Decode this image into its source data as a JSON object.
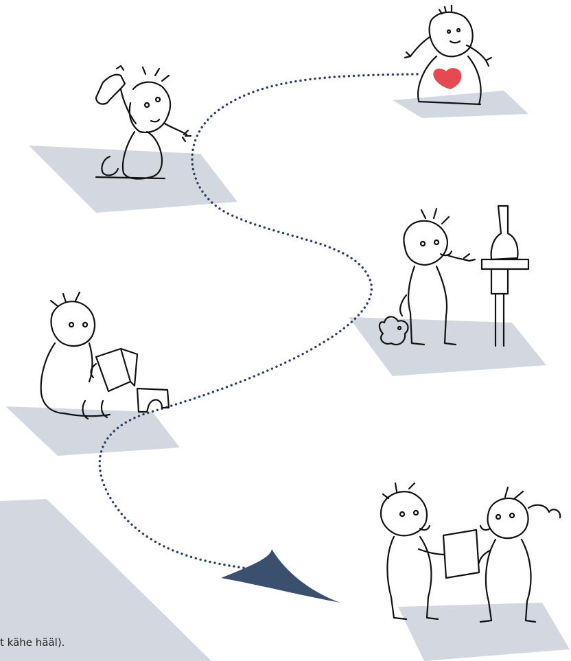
{
  "caption": {
    "text": "t kähe hääl)."
  },
  "colors": {
    "platform": "#d3d7df",
    "path_dots": "#2c3e61",
    "arrow": "#3a506e",
    "heart": "#e8484f",
    "ink": "#111111"
  },
  "scenes": [
    {
      "name": "baby-with-bottle"
    },
    {
      "name": "baby-with-heart"
    },
    {
      "name": "child-reaching-for-bottle"
    },
    {
      "name": "child-reading-book"
    },
    {
      "name": "two-people-with-paper"
    }
  ]
}
